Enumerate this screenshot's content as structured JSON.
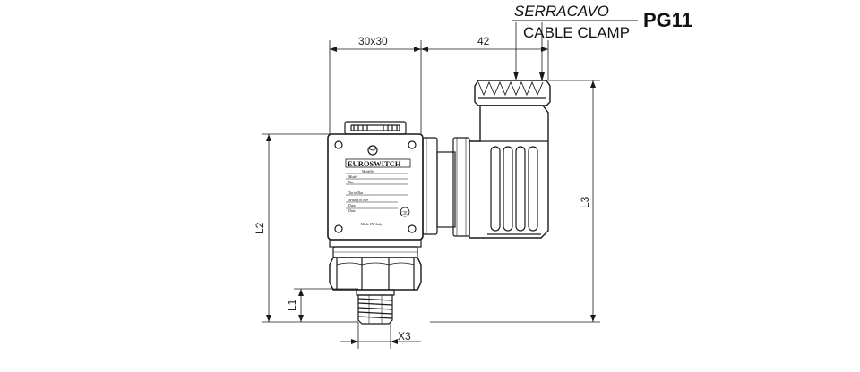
{
  "callout": {
    "cable_clamp_it": "SERRACAVO",
    "cable_clamp_en": "CABLE CLAMP",
    "thread": "PG11"
  },
  "dimensions": {
    "body_width": "30x30",
    "connector_depth": "42",
    "l1": "L1",
    "l2": "L2",
    "l3": "L3",
    "x3": "X3"
  },
  "nameplate": {
    "brand": "EUROSWITCH",
    "line_modello": "Modello",
    "line_model": "Model",
    "line_bar": "Bar",
    "line_tar": "Tar in Bar",
    "line_setting": "Setting in Bar",
    "line_data": "Data",
    "line_date": "Date",
    "line_ce": "CE",
    "line_made": "Made IN. Italy"
  },
  "colors": {
    "line": "#1a1a1a",
    "background": "#ffffff"
  }
}
